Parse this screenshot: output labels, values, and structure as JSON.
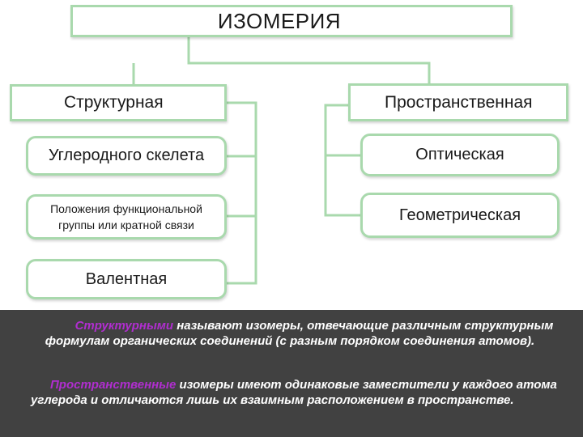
{
  "diagram": {
    "root": "ИЗОМЕРИЯ",
    "structural": {
      "label": "Структурная",
      "children": [
        "Углеродного скелета",
        "Положения функциональной группы или кратной связи",
        "Валентная"
      ]
    },
    "spatial": {
      "label": "Пространственная",
      "children": [
        "Оптическая",
        "Геометрическая"
      ]
    }
  },
  "info": {
    "p1_highlight": "Структурными",
    "p1_rest": " называют изомеры, отвечающие различным структурным формулам органических соединений (с разным порядком соединения атомов).",
    "p2_highlight": "Пространственные",
    "p2_rest": " изомеры имеют одинаковые заместители у каждого атома углерода и отличаются лишь их взаимным расположением в пространстве."
  },
  "colors": {
    "box_border": "#a9d9ad",
    "text_highlight": "#b02ecf",
    "info_background": "#414141"
  }
}
